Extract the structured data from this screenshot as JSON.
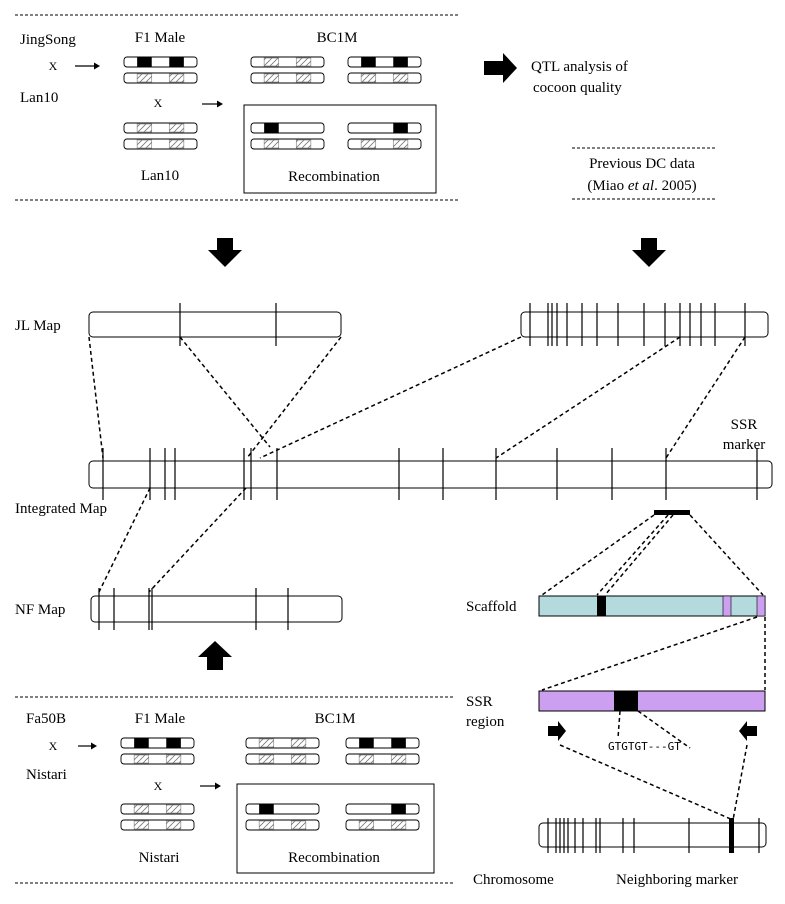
{
  "top_panel": {
    "parent1": "JingSong",
    "cross1": "X",
    "parent2": "Lan10",
    "f1": "F1 Male",
    "cross2": "X",
    "backcross_parent": "Lan10",
    "bc": "BC1M",
    "recombination": "Recombination"
  },
  "qtl": {
    "line1": "QTL analysis of",
    "line2": "cocoon quality"
  },
  "previous": {
    "line1": "Previous DC data",
    "line2_pre": "(Miao ",
    "line2_em": "et al",
    "line2_post": ". 2005)"
  },
  "maps": {
    "jl": "JL Map",
    "integrated": "Integrated Map",
    "nf": "NF Map",
    "ssr_marker_line1": "SSR",
    "ssr_marker_line2": "marker"
  },
  "right": {
    "scaffold": "Scaffold",
    "ssr_region_line1": "SSR",
    "ssr_region_line2": "region",
    "repeat": "GTGTGT---GT",
    "chromosome": "Chromosome",
    "neighboring": "Neighboring marker"
  },
  "bottom_panel": {
    "parent1": "Fa50B",
    "cross1": "X",
    "parent2": "Nistari",
    "f1": "F1 Male",
    "cross2": "X",
    "backcross_parent": "Nistari",
    "bc": "BC1M",
    "recombination": "Recombination"
  },
  "colors": {
    "scaffold": "#b4dadd",
    "ssr_region": "#cc9ff0",
    "marker_block": "#000000",
    "line": "#000000"
  }
}
